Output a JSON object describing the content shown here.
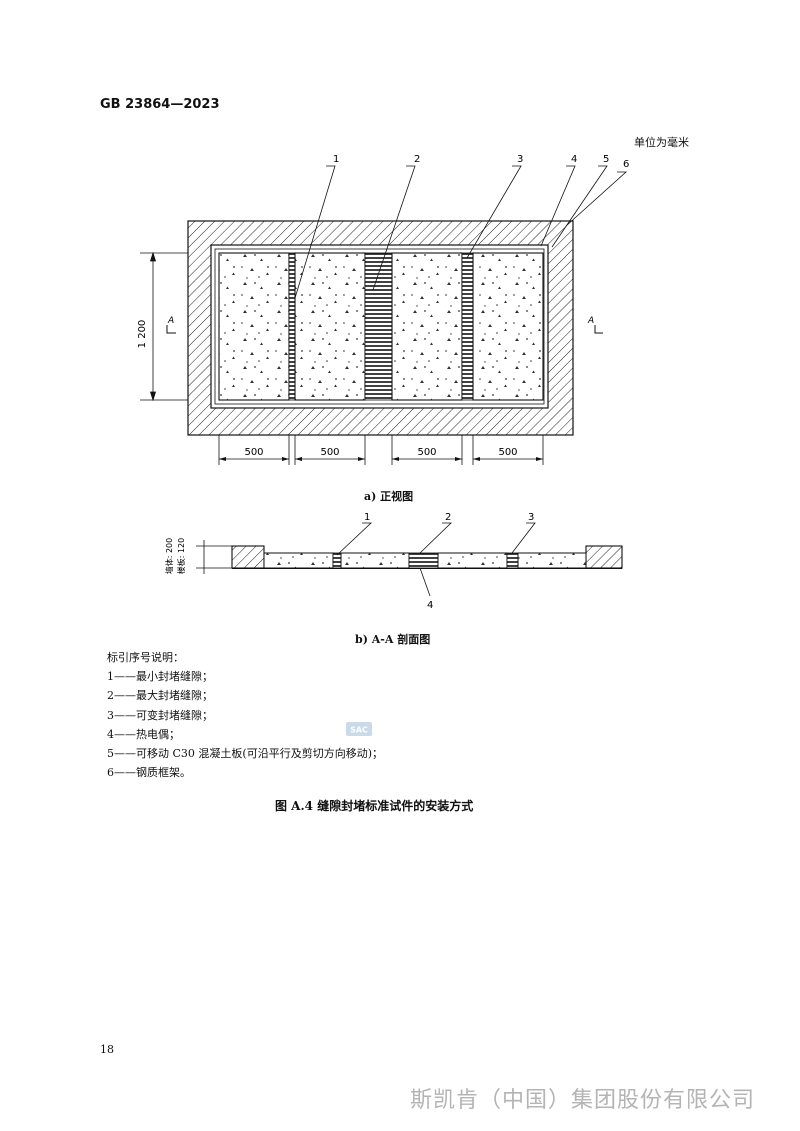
{
  "header": {
    "standard_code": "GB 23864—2023"
  },
  "unit_note": "单位为毫米",
  "front_view": {
    "callouts": [
      "1",
      "2",
      "3",
      "4",
      "5",
      "6"
    ],
    "height_dim": "1 200",
    "section_mark": "A",
    "width_dims": [
      "500",
      "500",
      "500",
      "500"
    ],
    "caption": "a)  正视图"
  },
  "section_view": {
    "callouts_top": [
      "1",
      "2",
      "3"
    ],
    "callout_bottom": "4",
    "left_labels": [
      "墙体: 200",
      "楼板: 120"
    ],
    "caption": "b)  A-A 剖面图"
  },
  "legend": {
    "heading": "标引序号说明：",
    "items": [
      "1——最小封堵缝隙；",
      "2——最大封堵缝隙；",
      "3——可变封堵缝隙；",
      "4——热电偶；",
      "5——可移动 C30 混凝土板(可沿平行及剪切方向移动)；",
      "6——钢质框架。"
    ]
  },
  "figure_title": "图 A.4    缝隙封堵标准试件的安装方式",
  "page_number": "18",
  "watermark": "斯凯肯（中国）集团股份有限公司",
  "logo_text": "SAC",
  "colors": {
    "watermark": "#b4b4b4",
    "logo": "#9fbcd6"
  }
}
